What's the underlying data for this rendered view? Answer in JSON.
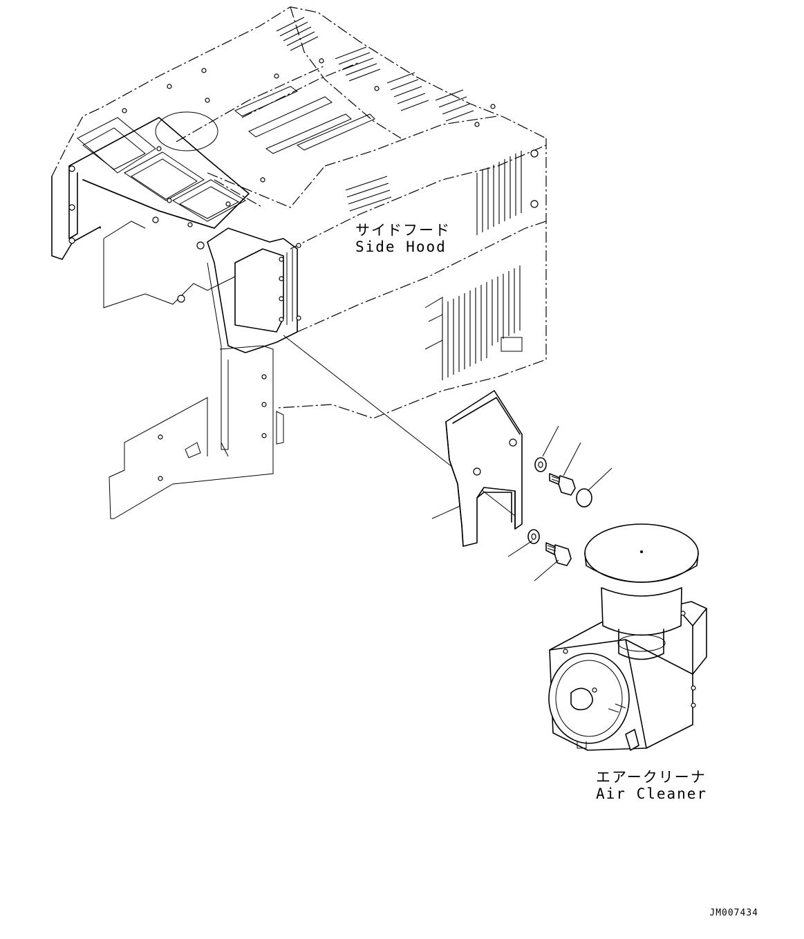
{
  "labels": {
    "side_hood_jp": "サイドフード",
    "side_hood_en": "Side Hood",
    "air_cleaner_jp": "エアークリーナ",
    "air_cleaner_en": "Air Cleaner"
  },
  "drawing_code": "JM007434"
}
